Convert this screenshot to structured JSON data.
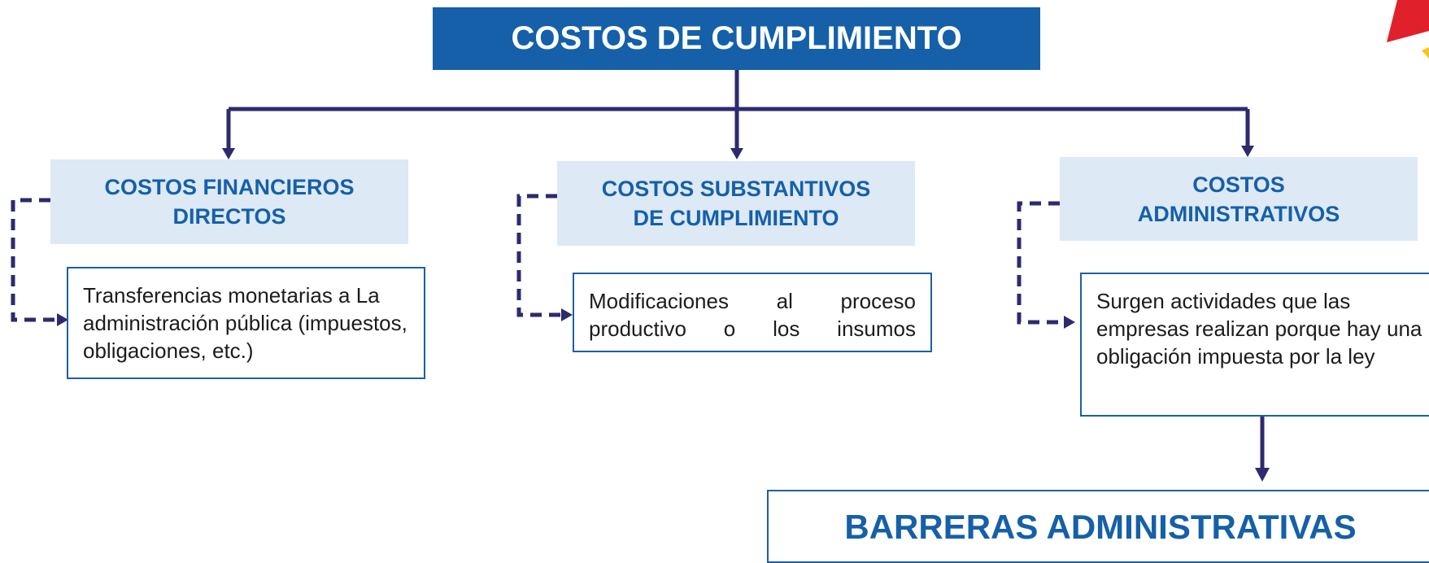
{
  "diagram": {
    "title": "COSTOS DE CUMPLIMIENTO",
    "categories": [
      {
        "label_line1": "COSTOS FINANCIEROS",
        "label_line2": "DIRECTOS",
        "description": "Transferencias monetarias a La administración pública (impuestos, obligaciones, etc.)"
      },
      {
        "label_line1": "COSTOS SUBSTANTIVOS",
        "label_line2": "DE CUMPLIMIENTO",
        "description": "Modificaciones al proceso productivo o los insumos"
      },
      {
        "label_line1": "COSTOS",
        "label_line2": "ADMINISTRATIVOS",
        "description": "Surgen actividades que las empresas realizan porque hay una obligación impuesta por la ley"
      }
    ],
    "result": "BARRERAS ADMINISTRATIVAS"
  },
  "colors": {
    "title_bg": "#1560a8",
    "category_bg": "#dde9f5",
    "category_text": "#1560a8",
    "connector": "#2e2a6e",
    "border": "#1f5fa3",
    "accent_red": "#e0202a",
    "accent_yellow": "#f5c518"
  }
}
